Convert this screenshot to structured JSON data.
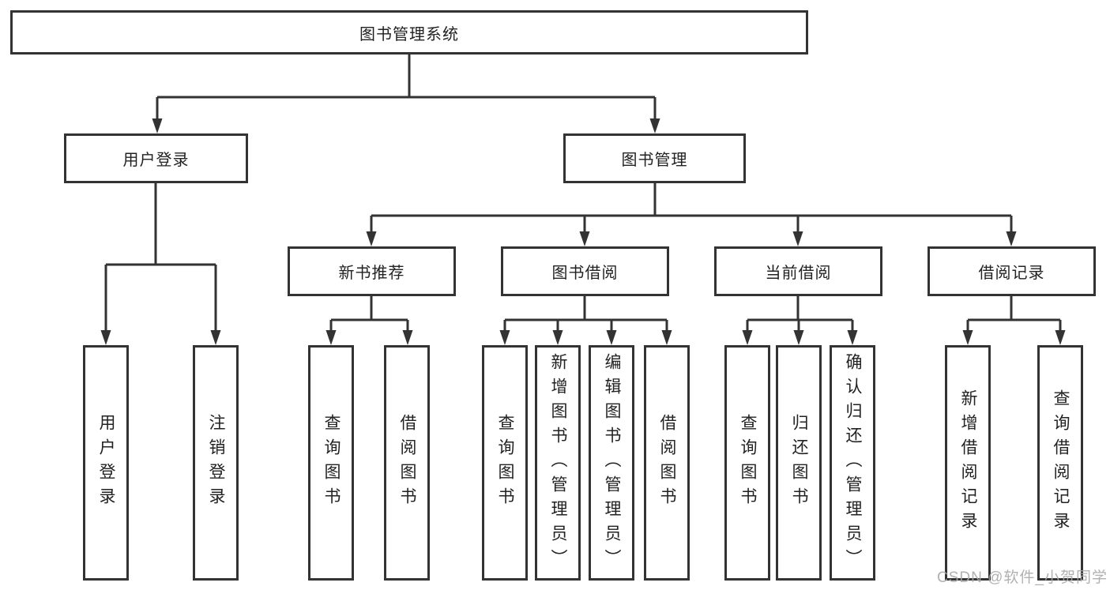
{
  "diagram": {
    "nodes": {
      "root": "图书管理系统",
      "user_login": "用户登录",
      "book_management": "图书管理",
      "new_book_recommend": "新书推荐",
      "book_borrowing": "图书借阅",
      "current_borrowing": "当前借阅",
      "borrowing_records": "借阅记录",
      "leaf_user_login": "用户登录",
      "leaf_logout": "注销登录",
      "leaf_query_book_1": "查询图书",
      "leaf_borrow_book_1": "借阅图书",
      "leaf_query_book_2": "查询图书",
      "leaf_add_book_admin": "新增图书（管理员）",
      "leaf_edit_book_admin": "编辑图书（管理员）",
      "leaf_borrow_book_2": "借阅图书",
      "leaf_query_book_3": "查询图书",
      "leaf_return_book": "归还图书",
      "leaf_confirm_return_admin": "确认归还（管理员）",
      "leaf_add_borrow_record": "新增借阅记录",
      "leaf_query_borrow_record": "查询借阅记录"
    },
    "colors": {
      "line": "#333333",
      "text": "#222222",
      "background": "#ffffff",
      "watermark": "#a8a8a8"
    },
    "watermark": "CSDN @软件_小贺同学"
  }
}
